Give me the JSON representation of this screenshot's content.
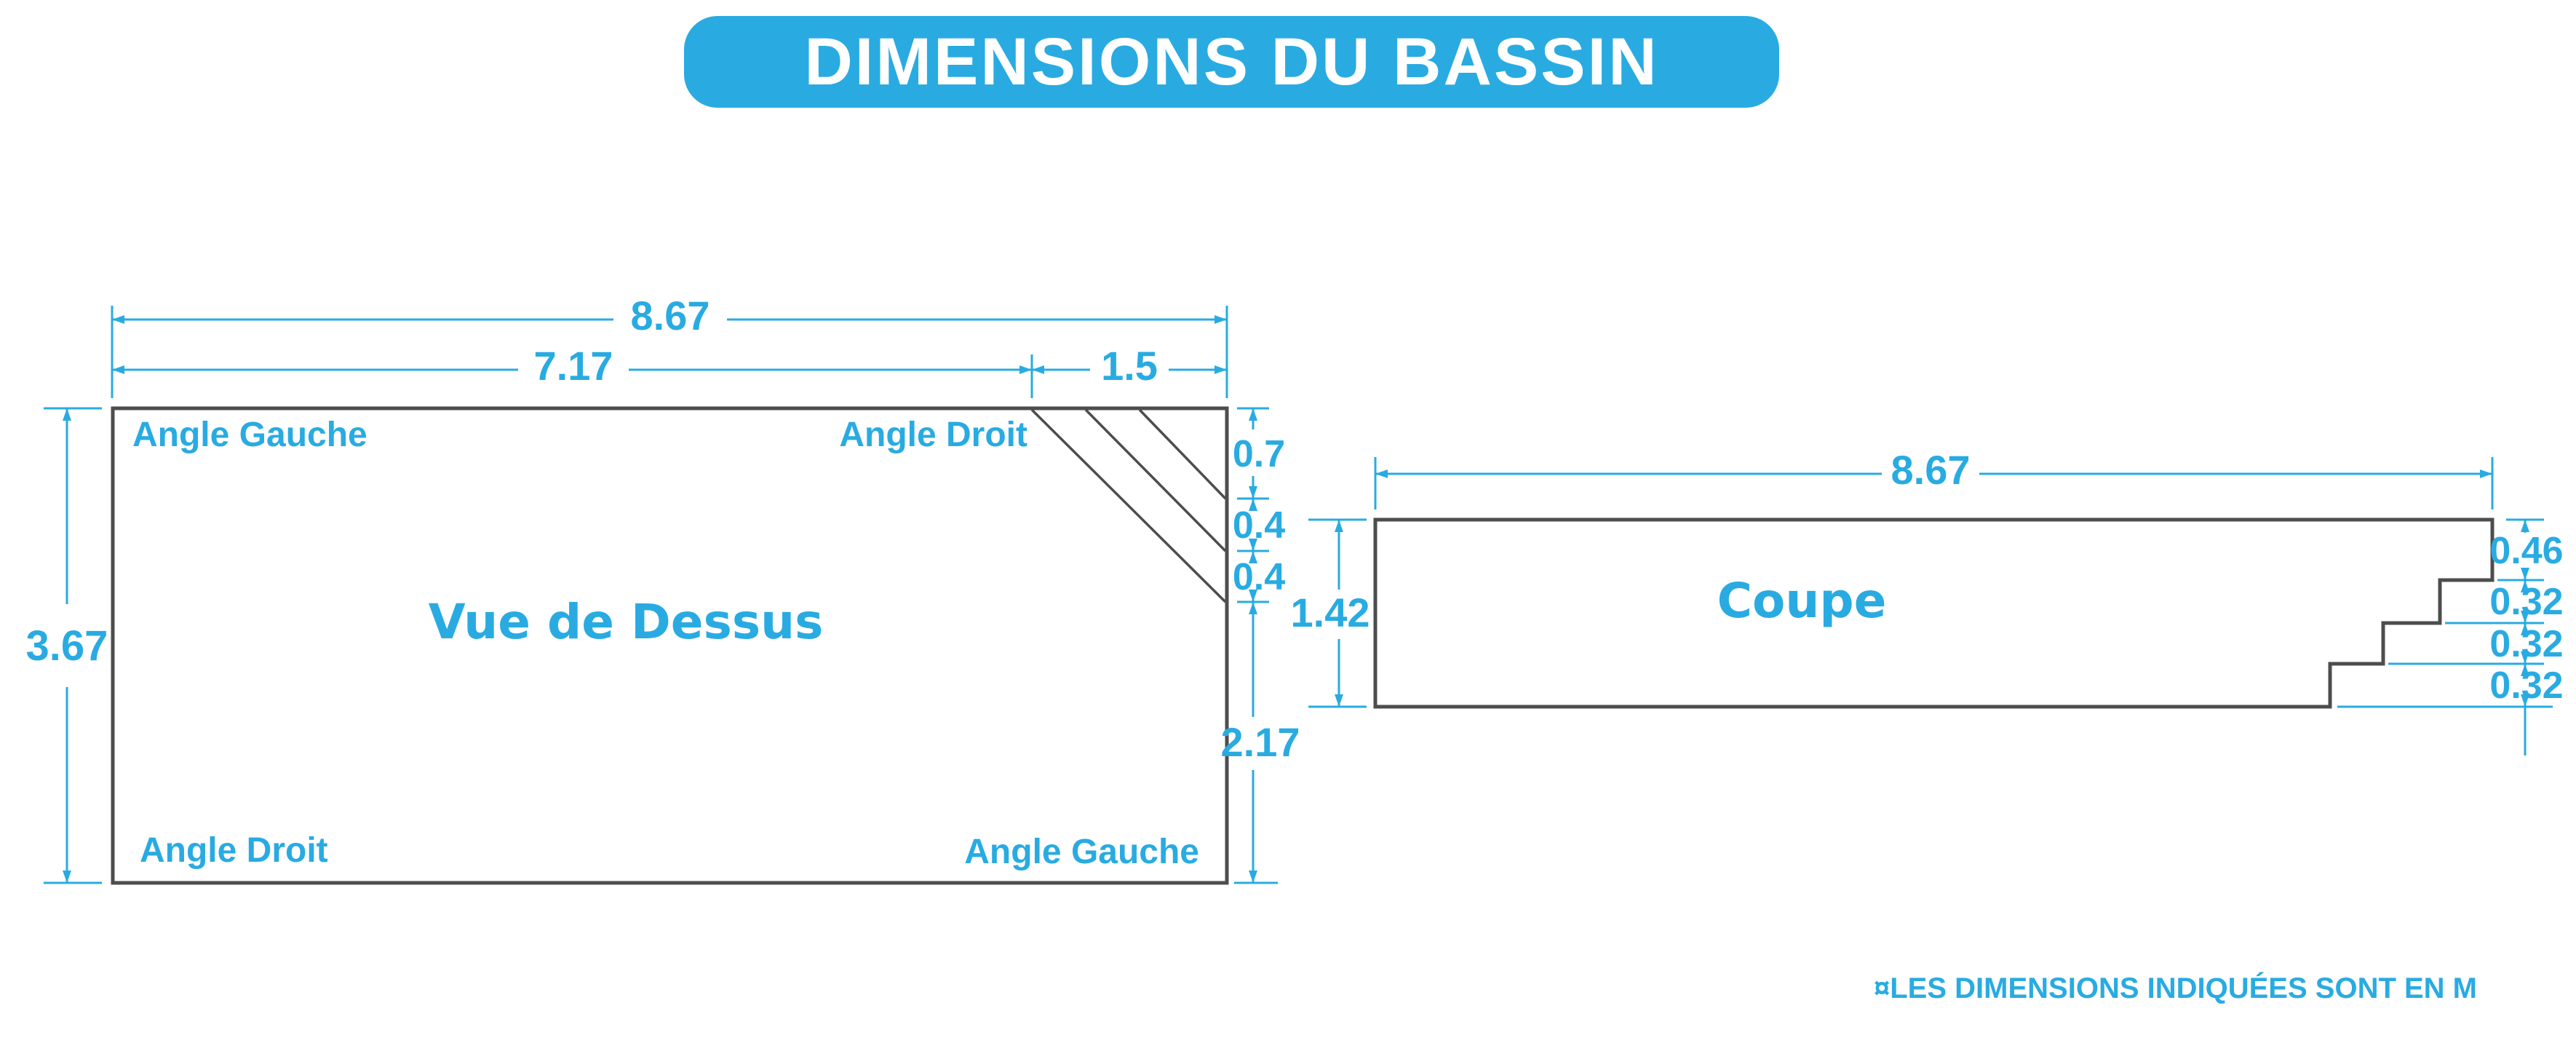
{
  "title": "DIMENSIONS DU BASSIN",
  "footnote": "¤LES DIMENSIONS INDIQUÉES SONT EN M",
  "units": "M",
  "colors": {
    "accent": "#29ABE2",
    "outline_gray": "#4D4D4D",
    "title_text": "#FFFFFF",
    "background": "#FFFFFF"
  },
  "top_view": {
    "title": "Vue de Dessus",
    "corners": {
      "top_left": "Angle Gauche",
      "top_right": "Angle Droit",
      "bottom_left": "Angle Droit",
      "bottom_right": "Angle Gauche"
    },
    "dims": {
      "overall_length": "8.67",
      "straight_length": "7.17",
      "corner_bench_length": "1.5",
      "width": "3.67",
      "right_top": "0.7",
      "right_mid1": "0.4",
      "right_mid2": "0.4",
      "right_bottom": "2.17"
    }
  },
  "section_view": {
    "title": "Coupe",
    "dims": {
      "overall_length": "8.67",
      "depth": "1.42",
      "step_top": "0.46",
      "step_2": "0.32",
      "step_3": "0.32",
      "step_4": "0.32"
    }
  }
}
